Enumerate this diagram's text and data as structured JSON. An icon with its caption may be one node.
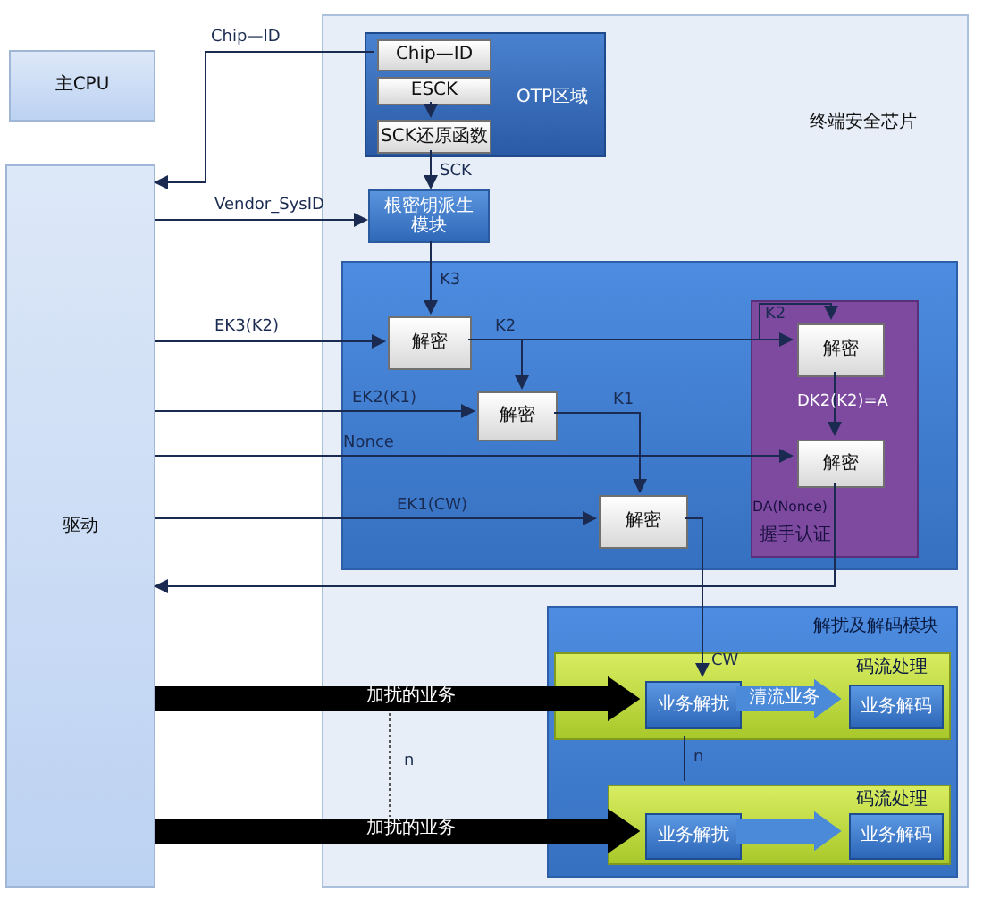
{
  "diagram": {
    "nodes": [
      {
        "text": [
          "主CPU"
        ]
      },
      {
        "text": [
          "驱动"
        ]
      },
      {
        "text": [
          "终端安全芯片"
        ]
      },
      {
        "text": [
          "OTP区域"
        ],
        "in": 2
      },
      {
        "text": [
          "Chip—ID"
        ],
        "in": 3
      },
      {
        "text": [
          "ESCK"
        ],
        "in": 3
      },
      {
        "text": [
          "SCK还原函数"
        ],
        "in": 3
      },
      {
        "text": [
          "根密钥派生模块"
        ],
        "in": 2
      },
      {
        "text": [],
        "shape": "box",
        "in": 2
      },
      {
        "text": [
          "解密"
        ],
        "in": 8
      },
      {
        "text": [
          "解密"
        ],
        "in": 8
      },
      {
        "text": [
          "握手认证"
        ],
        "in": 8
      },
      {
        "text": [
          "解密"
        ],
        "in": 11
      },
      {
        "text": [
          "解密"
        ],
        "in": 11
      },
      {
        "text": [
          "解密"
        ],
        "in": 8
      },
      {
        "text": [
          "解扰及解码模块"
        ],
        "in": 2
      },
      {
        "text": [
          "码流处理"
        ],
        "in": 15
      },
      {
        "text": [
          "业务解扰"
        ],
        "in": 16
      },
      {
        "text": [
          "业务解码"
        ],
        "in": 16
      },
      {
        "text": [
          "码流处理"
        ],
        "in": 15
      },
      {
        "text": [
          "业务解扰"
        ],
        "in": 19
      },
      {
        "text": [
          "业务解码"
        ],
        "in": 19
      }
    ],
    "edges": [
      {
        "from": 4,
        "to": 1,
        "arrow": "to",
        "label": "Chip—ID"
      },
      {
        "from": 5,
        "to": 6,
        "arrow": "to"
      },
      {
        "from": 6,
        "to": 7,
        "arrow": "to",
        "label": "SCK"
      },
      {
        "from": 1,
        "to": 7,
        "arrow": "to",
        "label": "Vendor_SysID"
      },
      {
        "from": 7,
        "to": 9,
        "arrow": "to",
        "label": "K3"
      },
      {
        "from": 1,
        "to": 9,
        "arrow": "to",
        "label": "EK3(K2)"
      },
      {
        "from": 9,
        "to": 10,
        "arrow": "to",
        "label": "K2"
      },
      {
        "from": 9,
        "to": 12,
        "arrow": "to"
      },
      {
        "from": 9,
        "to": 12,
        "arrow": "to",
        "label": "K2"
      },
      {
        "from": 1,
        "to": 10,
        "arrow": "to",
        "label": "EK2(K1)"
      },
      {
        "from": 1,
        "to": 13,
        "arrow": "to",
        "label": "Nonce"
      },
      {
        "from": 10,
        "to": 14,
        "arrow": "to",
        "label": "K1"
      },
      {
        "from": 1,
        "to": 14,
        "arrow": "to",
        "label": "EK1(CW)"
      },
      {
        "from": 12,
        "to": 13,
        "arrow": "to",
        "label": "DK2(K2)=A"
      },
      {
        "from": 13,
        "to": 1,
        "arrow": "to",
        "label": "DA(Nonce)"
      },
      {
        "from": 14,
        "to": 17,
        "arrow": "to",
        "label": "CW"
      },
      {
        "from": 1,
        "to": 17,
        "arrow": "to",
        "label": "加扰的业务",
        "style": "thick",
        "color": "#000000"
      },
      {
        "from": 17,
        "to": 18,
        "arrow": "to",
        "label": "清流业务",
        "style": "thick",
        "color": "#4a8ad8"
      },
      {
        "from": 1,
        "to": 20,
        "arrow": "to",
        "label": "加扰的业务",
        "style": "thick",
        "color": "#000000"
      },
      {
        "from": 20,
        "to": 21,
        "arrow": "to",
        "style": "thick",
        "color": "#4a8ad8"
      },
      {
        "from": 16,
        "to": 19,
        "arrow": "none",
        "label": "n"
      }
    ],
    "labels": [
      "n"
    ]
  }
}
